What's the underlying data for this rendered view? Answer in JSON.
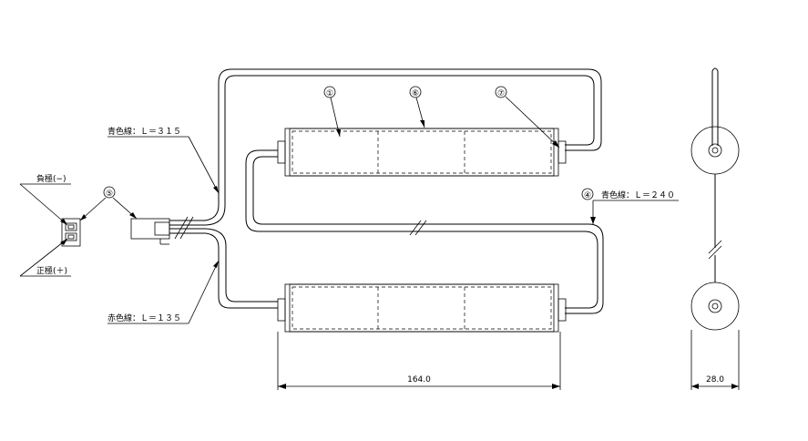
{
  "labels": {
    "blue_wire_315": "青色線：Ｌ＝３１５",
    "red_wire_135": "赤色線：Ｌ＝１３５",
    "blue_wire_240": "青色線：Ｌ＝２４０",
    "negative": "負極(−)",
    "positive": "正極(＋)"
  },
  "callouts": {
    "c1": "①",
    "c4": "④",
    "c5": "⑤",
    "c6": "⑥",
    "c7": "⑦"
  },
  "dimensions": {
    "length": "164.0",
    "diameter": "28.0"
  }
}
